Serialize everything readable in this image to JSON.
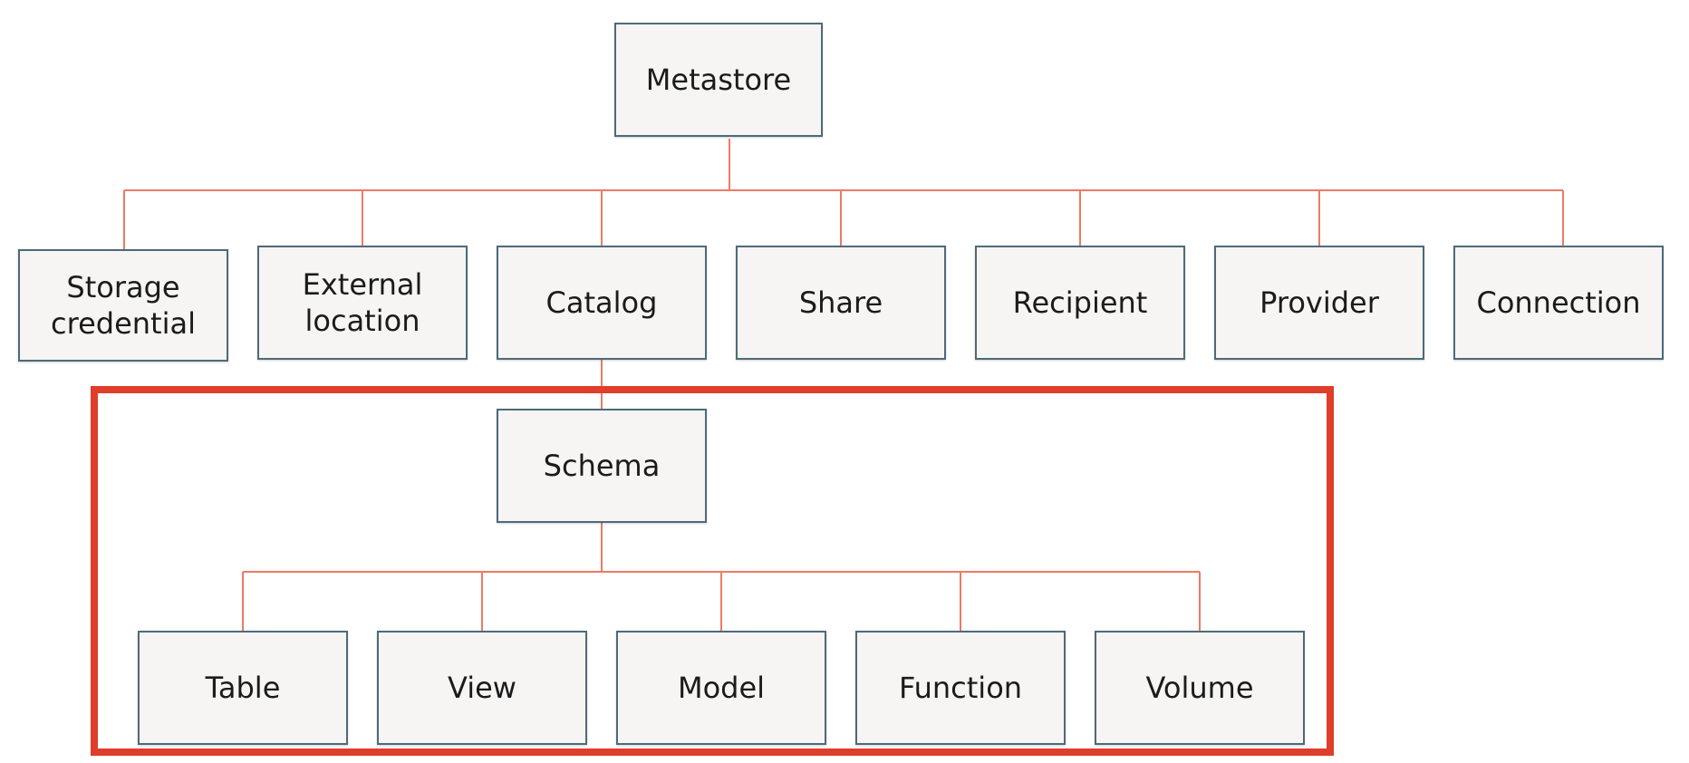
{
  "colors": {
    "connector": "#ee7a65",
    "highlight_frame": "#de3e2a",
    "node_border": "#4e6a79",
    "node_fill": "#f6f5f4"
  },
  "diagram": {
    "root": "Metastore",
    "level1": {
      "storage_credential": "Storage\ncredential",
      "external_location": "External\nlocation",
      "catalog": "Catalog",
      "share": "Share",
      "recipient": "Recipient",
      "provider": "Provider",
      "connection": "Connection"
    },
    "level2": {
      "schema": "Schema"
    },
    "level3": {
      "table": "Table",
      "view": "View",
      "model": "Model",
      "function": "Function",
      "volume": "Volume"
    }
  }
}
